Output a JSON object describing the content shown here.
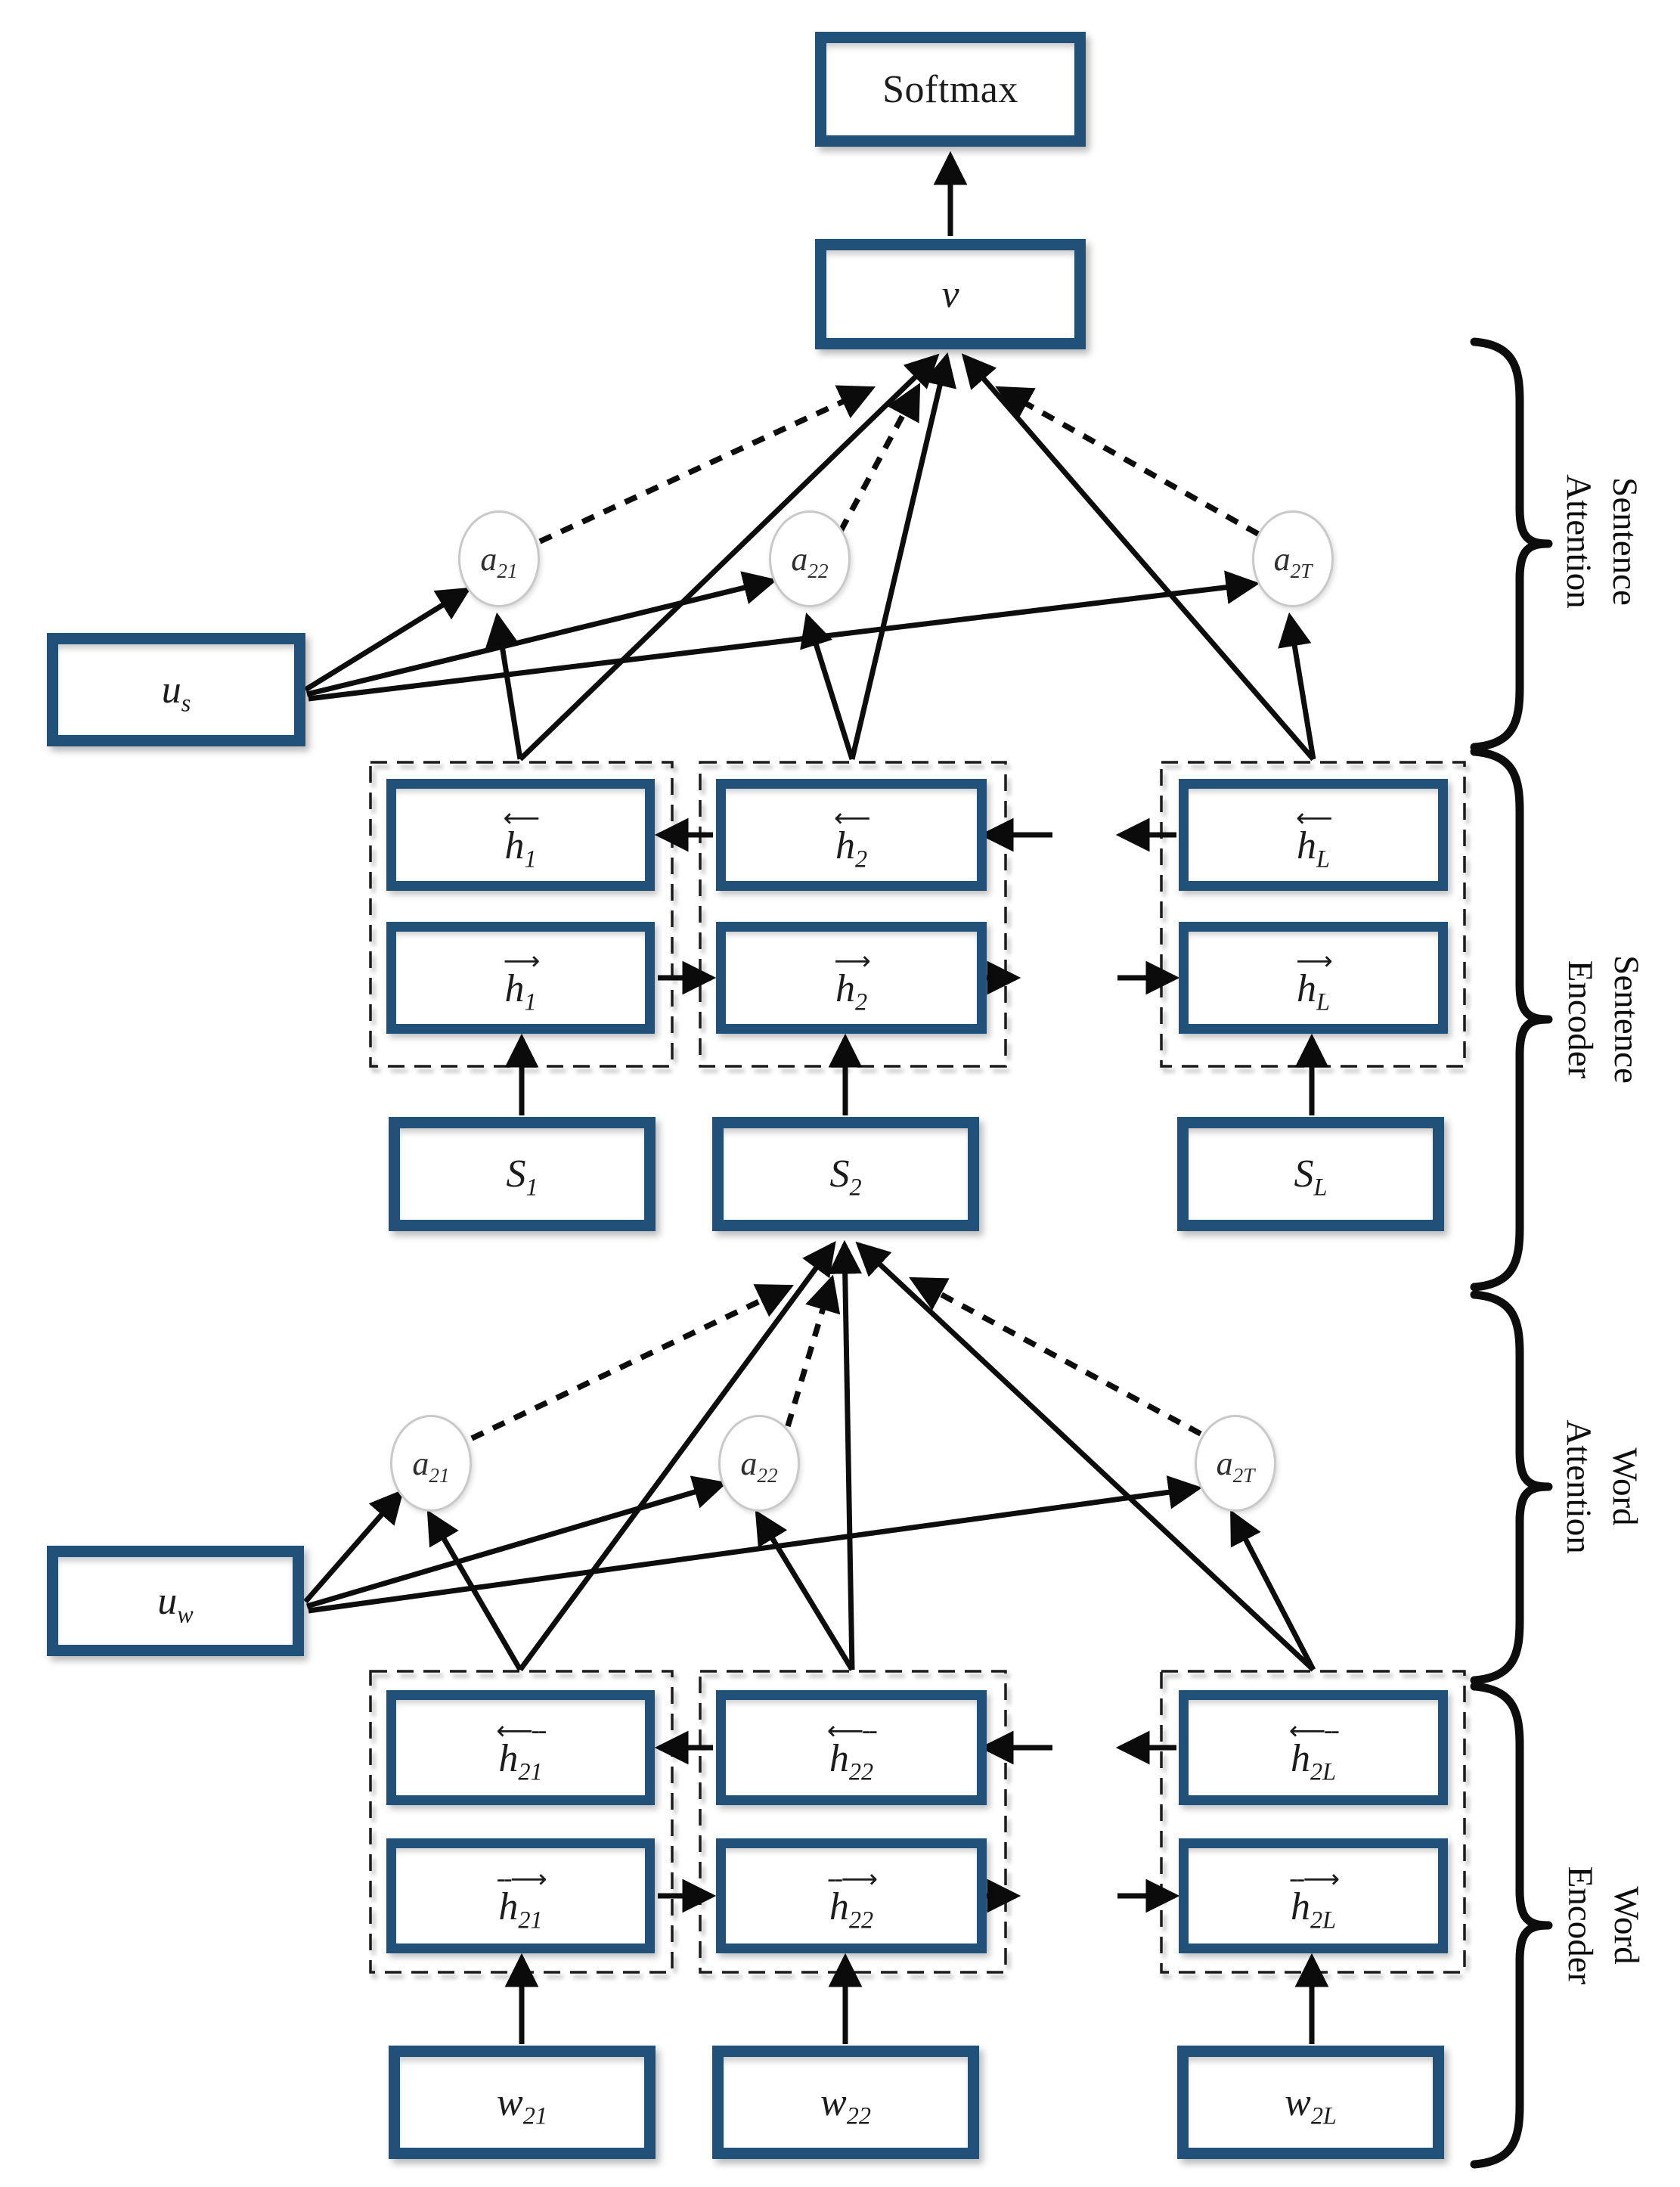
{
  "output": {
    "softmax_label": "Softmax",
    "vector_label": "v"
  },
  "sentence_attention": {
    "section_label_line1": "Sentence",
    "section_label_line2": "Attention",
    "context_vector": {
      "base": "u",
      "sub": "s"
    },
    "circles": [
      {
        "base": "a",
        "sub": "21"
      },
      {
        "base": "a",
        "sub": "22"
      },
      {
        "base": "a",
        "sub": "2T"
      }
    ]
  },
  "sentence_encoder": {
    "section_label_line1": "Sentence",
    "section_label_line2": "Encoder",
    "columns": [
      {
        "backward": {
          "accent": "⟵",
          "base": "h",
          "sub": "1"
        },
        "forward": {
          "accent": "⟶",
          "base": "h",
          "sub": "1"
        },
        "input": {
          "base": "S",
          "sub": "1"
        }
      },
      {
        "backward": {
          "accent": "⟵",
          "base": "h",
          "sub": "2"
        },
        "forward": {
          "accent": "⟶",
          "base": "h",
          "sub": "2"
        },
        "input": {
          "base": "S",
          "sub": "2"
        }
      },
      {
        "backward": {
          "accent": "⟵",
          "base": "h",
          "sub": "L"
        },
        "forward": {
          "accent": "⟶",
          "base": "h",
          "sub": "L"
        },
        "input": {
          "base": "S",
          "sub": "L"
        }
      }
    ]
  },
  "word_attention": {
    "section_label_line1": "Word",
    "section_label_line2": "Attention",
    "context_vector": {
      "base": "u",
      "sub": "w"
    },
    "circles": [
      {
        "base": "a",
        "sub": "21"
      },
      {
        "base": "a",
        "sub": "22"
      },
      {
        "base": "a",
        "sub": "2T"
      }
    ]
  },
  "word_encoder": {
    "section_label_line1": "Word",
    "section_label_line2": "Encoder",
    "columns": [
      {
        "backward": {
          "accent": "⟵--",
          "base": "h",
          "sub": "21"
        },
        "forward": {
          "accent": "--⟶",
          "base": "h",
          "sub": "21"
        },
        "input": {
          "base": "w",
          "sub": "21"
        }
      },
      {
        "backward": {
          "accent": "⟵--",
          "base": "h",
          "sub": "22"
        },
        "forward": {
          "accent": "--⟶",
          "base": "h",
          "sub": "22"
        },
        "input": {
          "base": "w",
          "sub": "22"
        }
      },
      {
        "backward": {
          "accent": "⟵--",
          "base": "h",
          "sub": "2L"
        },
        "forward": {
          "accent": "--⟶",
          "base": "h",
          "sub": "2L"
        },
        "input": {
          "base": "w",
          "sub": "2L"
        }
      }
    ]
  },
  "colors": {
    "box_border": "#215079",
    "line": "#0d0d0d",
    "circle_border": "#c9c9c9"
  }
}
